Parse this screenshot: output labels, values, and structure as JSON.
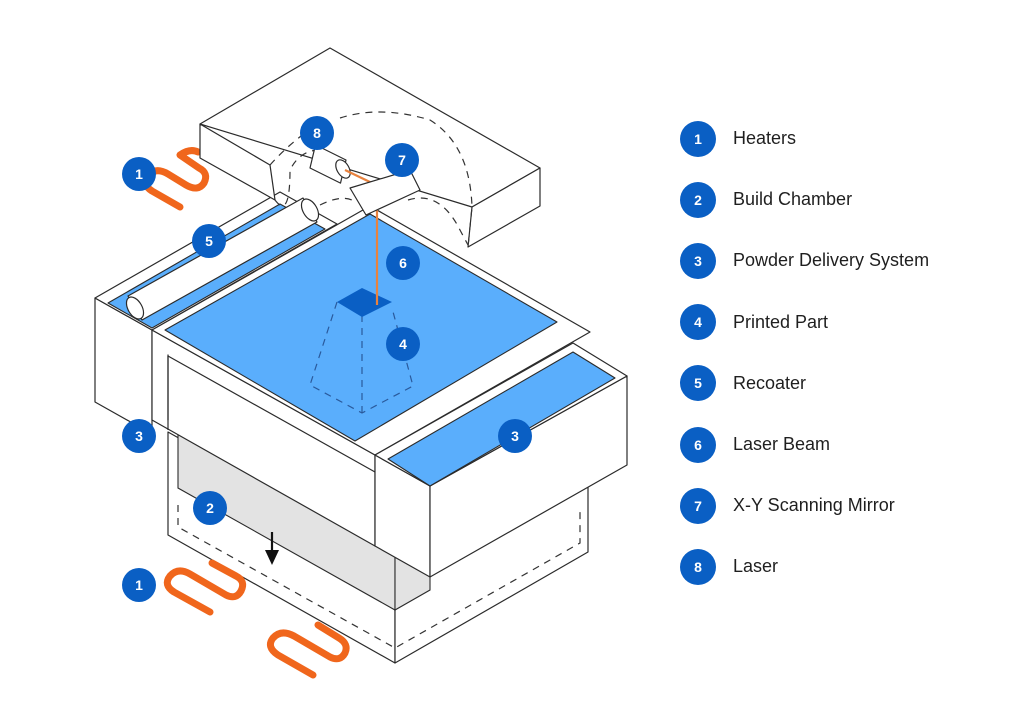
{
  "colors": {
    "badge": "#0a5fc4",
    "powder": "#5aaefc",
    "printed_part": "#0a5fc4",
    "heater": "#f0661c",
    "laser_beam": "#e8823e",
    "build_chamber_fill": "#e3e3e3",
    "outline": "#2b2b2b"
  },
  "legend": {
    "items": [
      {
        "number": "1",
        "label": "Heaters"
      },
      {
        "number": "2",
        "label": "Build Chamber"
      },
      {
        "number": "3",
        "label": "Powder Delivery System"
      },
      {
        "number": "4",
        "label": "Printed Part"
      },
      {
        "number": "5",
        "label": "Recoater"
      },
      {
        "number": "6",
        "label": "Laser Beam"
      },
      {
        "number": "7",
        "label": "X-Y Scanning Mirror"
      },
      {
        "number": "8",
        "label": "Laser"
      }
    ]
  },
  "callouts": {
    "heater_top": "1",
    "heater_bottom": "1",
    "build_chamber": "2",
    "powder_left": "3",
    "powder_right": "3",
    "printed_part": "4",
    "recoater": "5",
    "laser_beam": "6",
    "scanning_mirror": "7",
    "laser": "8"
  }
}
